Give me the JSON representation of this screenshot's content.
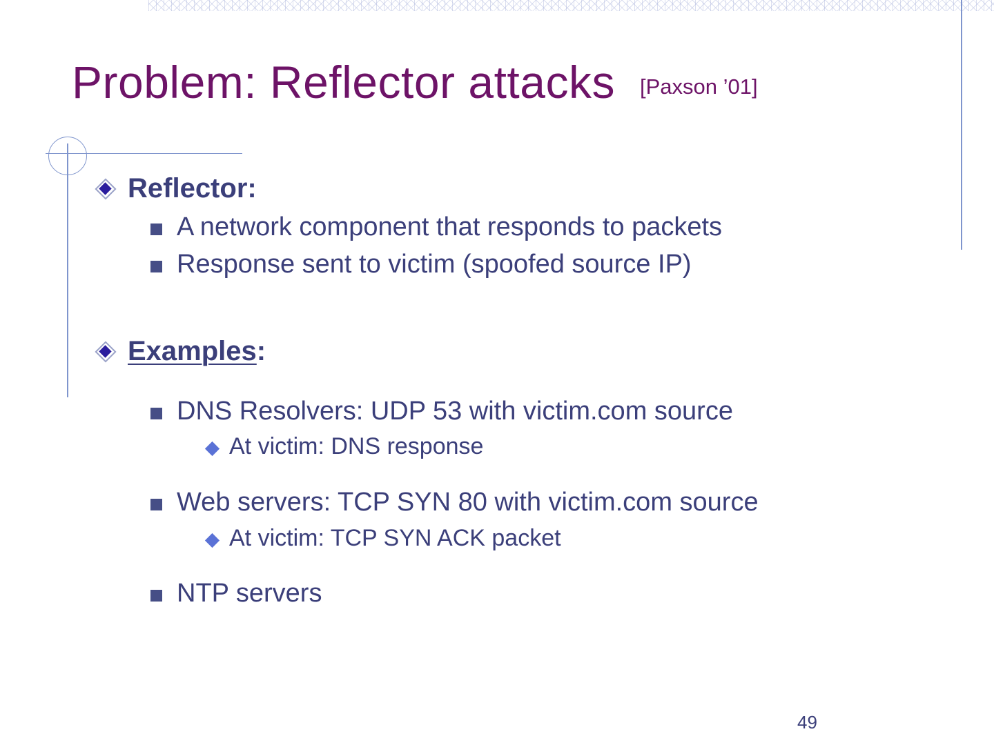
{
  "slide": {
    "title_main": "Problem:   Reflector attacks",
    "title_citation": "[Paxson ’01]",
    "page_number": "49",
    "colors": {
      "title": "#6d1367",
      "body_text": "#3b3f7a",
      "rule": "#7f95cd",
      "bullet_diamond": "#2b1d9e",
      "bullet_square": "#464e86",
      "bullet_small_diamond": "#5a72d6"
    }
  },
  "content": {
    "section_reflector": {
      "heading": "Reflector:",
      "items": [
        "A network component that responds to packets",
        "Response sent to victim   (spoofed source IP)"
      ]
    },
    "section_examples": {
      "heading_word": "Examples",
      "heading_colon": ":",
      "items": [
        {
          "text": "DNS Resolvers:   UDP 53 with victim.com source",
          "sub": "At victim:   DNS response"
        },
        {
          "text": "Web servers:   TCP SYN 80 with victim.com source",
          "sub": "At victim:   TCP SYN ACK packet"
        },
        {
          "text": "NTP servers",
          "sub": null
        }
      ]
    }
  }
}
